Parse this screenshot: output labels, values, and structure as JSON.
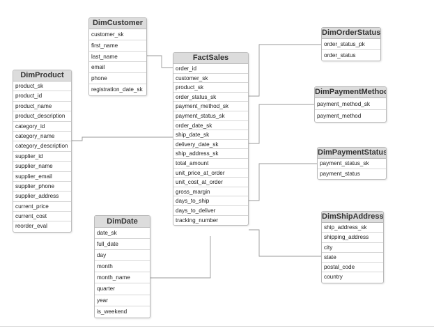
{
  "entities": {
    "fact_sales": {
      "title": "FactSales",
      "fields": [
        "order_id",
        "customer_sk",
        "product_sk",
        "order_status_sk",
        "payment_method_sk",
        "payment_status_sk",
        "order_date_sk",
        "ship_date_sk",
        "delivery_date_sk",
        "ship_address_sk",
        "total_amount",
        "unit_price_at_order",
        "unit_cost_at_order",
        "gross_margin",
        "days_to_ship",
        "days_to_deliver",
        "tracking_number"
      ]
    },
    "dim_customer": {
      "title": "DimCustomer",
      "fields": [
        "customer_sk",
        "first_name",
        "last_name",
        "email",
        "phone",
        "registration_date_sk"
      ]
    },
    "dim_product": {
      "title": "DimProduct",
      "fields": [
        "product_sk",
        "product_id",
        "product_name",
        "product_description",
        "category_id",
        "category_name",
        "category_description",
        "supplier_id",
        "supplier_name",
        "supplier_email",
        "supplier_phone",
        "supplier_address",
        "current_price",
        "current_cost",
        "reorder_eval"
      ]
    },
    "dim_date": {
      "title": "DimDate",
      "fields": [
        "date_sk",
        "full_date",
        "day",
        "month",
        "month_name",
        "quarter",
        "year",
        "is_weekend"
      ]
    },
    "dim_order_status": {
      "title": "DimOrderStatus",
      "fields": [
        "order_status_pk",
        "order_status"
      ]
    },
    "dim_payment_method": {
      "title": "DimPaymentMethod",
      "fields": [
        "payment_method_sk",
        "payment_method"
      ]
    },
    "dim_payment_status": {
      "title": "DimPaymentStatus",
      "fields": [
        "payment_status_sk",
        "payment_status"
      ]
    },
    "dim_ship_address": {
      "title": "DimShipAddress",
      "fields": [
        "ship_address_sk",
        "shipping_address",
        "city",
        "state",
        "postal_code",
        "country"
      ]
    }
  },
  "colors": {
    "header_bg": "#dcdcdc",
    "border": "#b9b9b9",
    "row_divider": "#d6d6d6",
    "connector": "#9a9a9a"
  }
}
